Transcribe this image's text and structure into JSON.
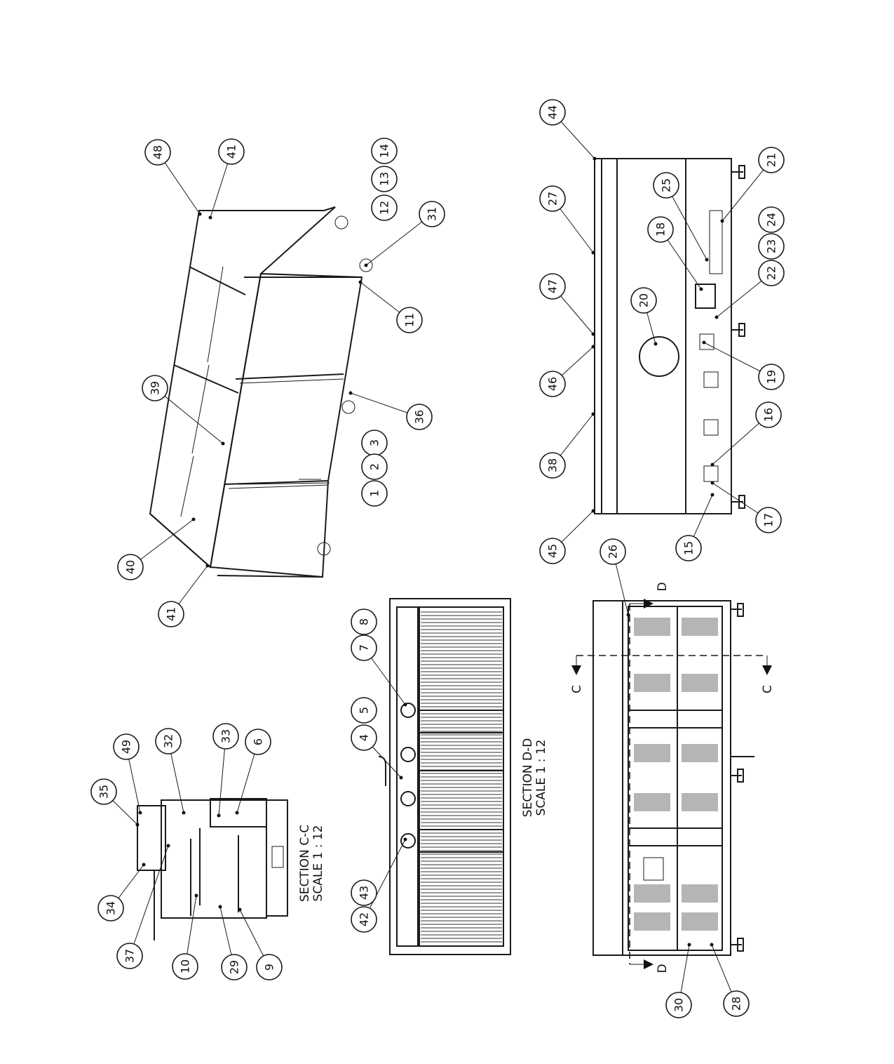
{
  "sheet": {
    "background": "#ffffff",
    "ink": "#1a1a1a"
  },
  "views": {
    "section_cc": {
      "label": "SECTION C-C",
      "scale": "SCALE 1 : 12"
    },
    "section_dd": {
      "label": "SECTION D-D",
      "scale": "SCALE 1 : 12"
    }
  },
  "cutting_planes": {
    "c": "C",
    "d": "D"
  },
  "callouts": [
    "48",
    "41",
    "14",
    "13",
    "12",
    "31",
    "11",
    "39",
    "36",
    "3",
    "2",
    "1",
    "40",
    "41",
    "44",
    "27",
    "47",
    "46",
    "38",
    "20",
    "18",
    "25",
    "21",
    "24",
    "23",
    "22",
    "19",
    "16",
    "17",
    "15",
    "45",
    "35",
    "49",
    "32",
    "33",
    "6",
    "34",
    "37",
    "10",
    "29",
    "9",
    "8",
    "7",
    "5",
    "4",
    "43",
    "42",
    "26",
    "30",
    "28"
  ]
}
